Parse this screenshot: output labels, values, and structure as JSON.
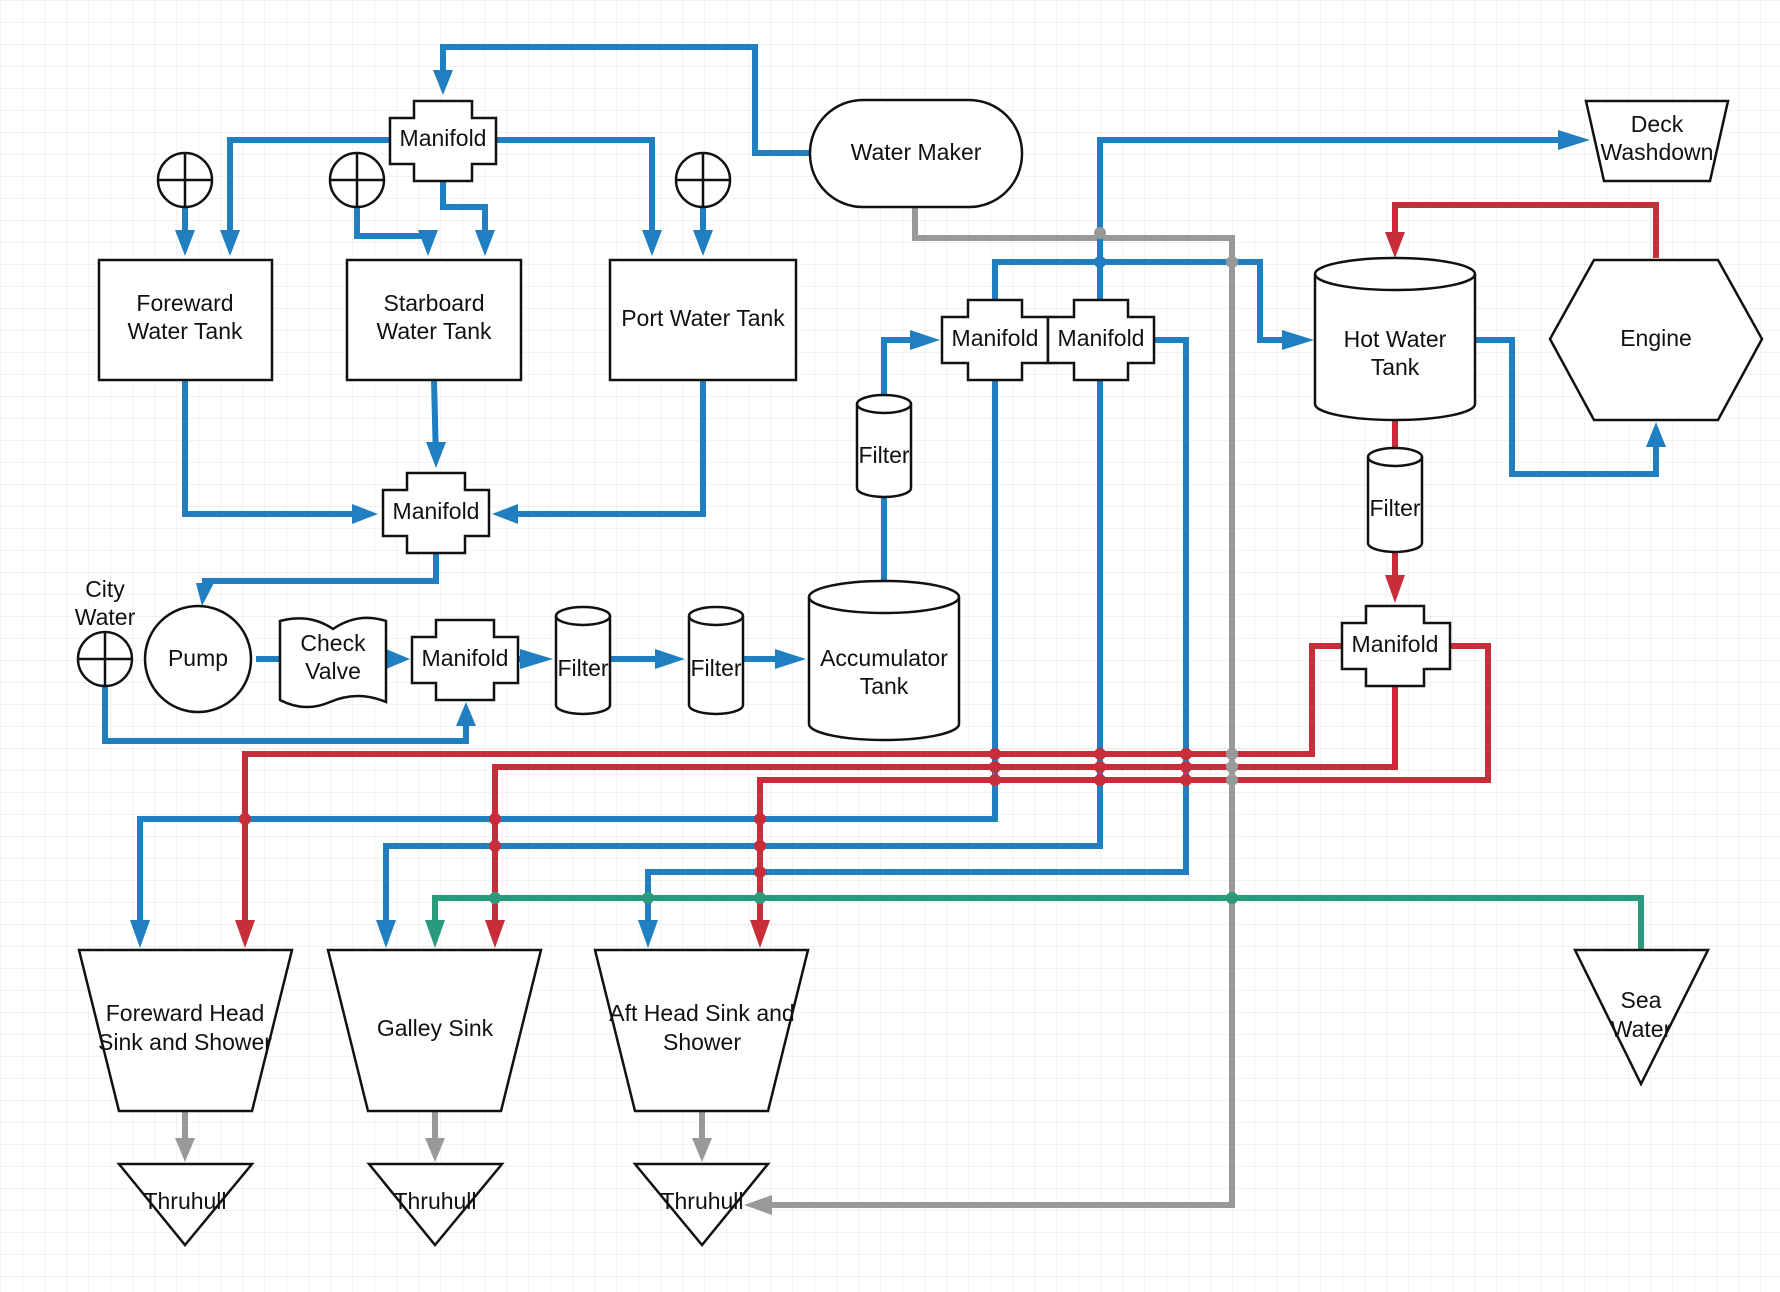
{
  "colors": {
    "fresh_cold_water": "#1f7fc0",
    "hot_water": "#c82e3a",
    "drain": "#999999",
    "sea_water": "#2a9a7c",
    "grid": "#e4e4e4"
  },
  "nodes": {
    "manifold_top": "Manifold",
    "water_maker": "Water Maker",
    "deck_washdown_1": "Deck",
    "deck_washdown_2": "Washdown",
    "foreward_tank_1": "Foreward",
    "foreward_tank_2": "Water Tank",
    "starboard_tank_1": "Starboard",
    "starboard_tank_2": "Water Tank",
    "port_tank": "Port Water Tank",
    "manifold_tanks": "Manifold",
    "manifold_dist_a": "Manifold",
    "manifold_dist_b": "Manifold",
    "filter_upper": "Filter",
    "hot_water_tank_1": "Hot Water",
    "hot_water_tank_2": "Tank",
    "engine": "Engine",
    "filter_hot": "Filter",
    "city_water_1": "City",
    "city_water_2": "Water",
    "pump": "Pump",
    "check_valve_1": "Check",
    "check_valve_2": "Valve",
    "manifold_pump": "Manifold",
    "filter_a": "Filter",
    "filter_b": "Filter",
    "accumulator_1": "Accumulator",
    "accumulator_2": "Tank",
    "manifold_hot": "Manifold",
    "foreward_head_1": "Foreward Head",
    "foreward_head_2": "Sink and Shower",
    "galley_sink": "Galley Sink",
    "aft_head_1": "Aft Head Sink and",
    "aft_head_2": "Shower",
    "sea_water_1": "Sea",
    "sea_water_2": "Water",
    "thruhull_1": "Thruhull",
    "thruhull_2": "Thruhull",
    "thruhull_3": "Thruhull"
  }
}
